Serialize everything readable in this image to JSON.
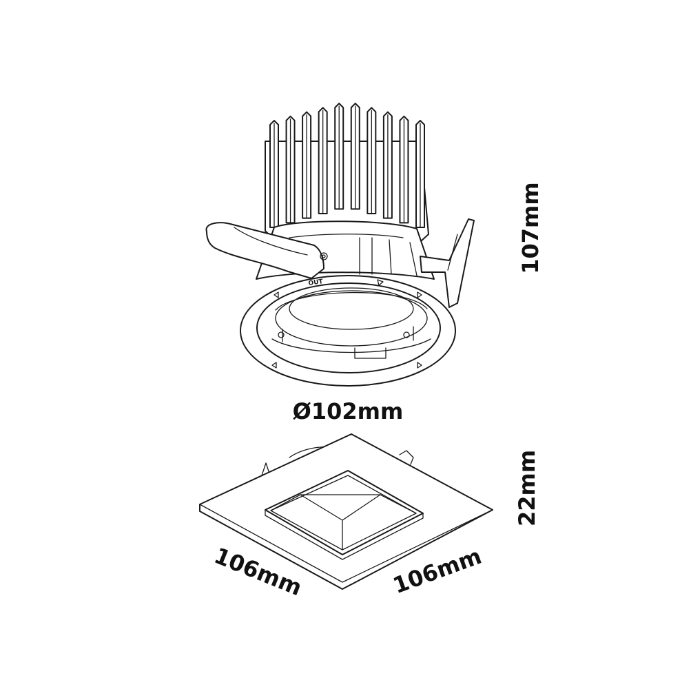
{
  "dimensions": {
    "height": "107mm",
    "diameter": "Ø102mm",
    "trim_height": "22mm",
    "trim_width_left": "106mm",
    "trim_width_right": "106mm"
  },
  "ring_marking": "OUT"
}
